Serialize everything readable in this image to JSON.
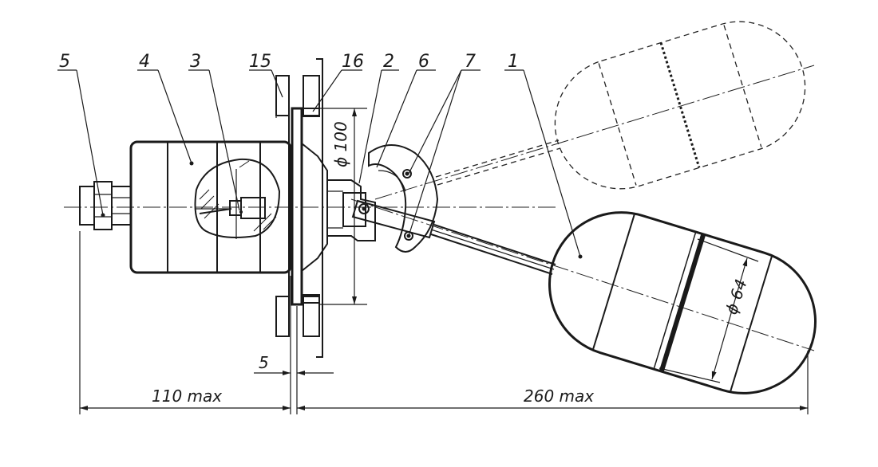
{
  "callouts": {
    "c1": "1",
    "c2": "2",
    "c3": "3",
    "c4": "4",
    "c5": "5",
    "c6": "6",
    "c7": "7",
    "c15": "15",
    "c16": "16"
  },
  "dimensions": {
    "flange_diameter": "ϕ 100",
    "float_diameter": "ϕ 64",
    "wall_gap": "5",
    "body_length": "110 max",
    "float_reach": "260 max"
  }
}
